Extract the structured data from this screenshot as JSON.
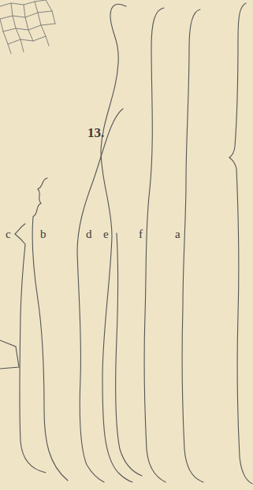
{
  "diagram": {
    "labels": [
      "13.",
      "c",
      "b",
      "d",
      "e",
      "f",
      "a"
    ]
  }
}
